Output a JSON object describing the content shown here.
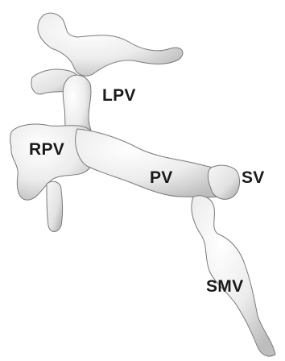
{
  "figure": {
    "labels": {
      "lpv": "LPV",
      "rpv": "RPV",
      "pv": "PV",
      "sv": "SV",
      "smv": "SMV"
    },
    "colors": {
      "background": "#ffffff",
      "vessel_fill": "#e6e6e6",
      "vessel_stroke": "#7a7a7a",
      "label_text": "#1a1a1a"
    }
  }
}
